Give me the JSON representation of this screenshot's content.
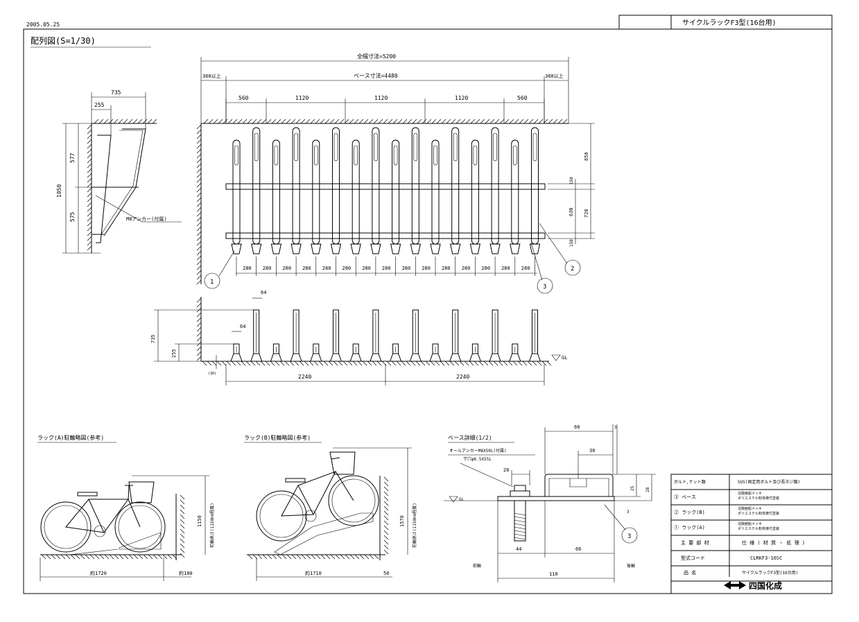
{
  "header": {
    "date": "2005.05.25",
    "drawing_title": "サイクルラックF3型(16台用)"
  },
  "views": {
    "plan_title": "配列図(S=1/30)",
    "rack_a_title": "ラック(A)駐輪略図(参考)",
    "rack_b_title": "ラック(B)駐輪略図(参考)",
    "base_title": "ベース詳細(1/2)"
  },
  "dims": {
    "overall": "全幅寸法=5200",
    "base_len": "ベース寸法=4480",
    "end_left": "360以上",
    "end_right": "360以上",
    "bays": [
      "560",
      "1120",
      "1120",
      "1120",
      "560"
    ],
    "pitch": "280",
    "side_total": "1050",
    "side_upper": "577",
    "side_lower": "575",
    "side_top": "735",
    "side_inner": "255",
    "anchor_note": "M8アンカー(付属)",
    "right_h1": "850",
    "right_h2": "150",
    "right_h3": "630",
    "right_h4": "720",
    "right_h5": "150",
    "elev_64_a": "64",
    "elev_64_b": "64",
    "elev_735": "735",
    "elev_255": "255",
    "elev_gl": "GL",
    "elev_bottom": "(30)",
    "elev_2240_a": "2240",
    "elev_2240_b": "2240"
  },
  "bike_a": {
    "height": "1150",
    "height_note": "前輪高さ(1150mm程度)",
    "length": "約1720",
    "gap": "約180"
  },
  "bike_b": {
    "height": "1570",
    "height_note": "前輪高さ(1150mm程度)",
    "length": "約1710",
    "gap": "50"
  },
  "base_detail": {
    "anchor": "オールアンカーM8X50L(付属)",
    "anchor_sub": "下穴φ6.5X55L",
    "gl": "GL",
    "d60": "60",
    "d3": "3",
    "d30": "30",
    "d20": "20",
    "d25": "25",
    "d28": "28",
    "d3b": "3",
    "d44": "44",
    "d66": "66",
    "d110": "110",
    "side_l": "前輪",
    "side_r": "後輪"
  },
  "title_block": {
    "rows": [
      {
        "label": "ボルト,ナット類",
        "value": "SUS(固定用ボルト及び長ネジ類)"
      },
      {
        "label": "③ ベース",
        "value": "溶融亜鉛メッキ\nポリエステル粉体焼付塗装"
      },
      {
        "label": "② ラック(B)",
        "value": "溶融亜鉛メッキ\nポリエステル粉体焼付塗装"
      },
      {
        "label": "① ラック(A)",
        "value": "溶融亜鉛メッキ\nポリエステル粉体焼付塗装"
      },
      {
        "label": "主 要 部 材",
        "value": "仕 様 ( 材 質 ・ 処 理 )"
      },
      {
        "label": "型式コード",
        "value": "CLRKF3-16SC"
      },
      {
        "label": "品 名",
        "value": "サイクルラックF3型(16台用)"
      }
    ],
    "company": "四国化成"
  },
  "callouts": [
    "1",
    "2",
    "3",
    "3"
  ]
}
